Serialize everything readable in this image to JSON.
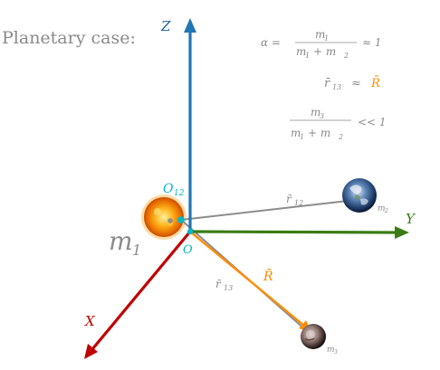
{
  "title": "Planetary case:",
  "axes": {
    "z": "Z",
    "y": "Y",
    "x": "X"
  },
  "bodies": {
    "m1": "m",
    "m1_sub": "1",
    "m2_sub": "m",
    "m2_index": "2",
    "m3_sub": "m",
    "m3_index": "3"
  },
  "points": {
    "o12": "O",
    "o12_sub": "12",
    "o": "O"
  },
  "vectors": {
    "r12": "r̄",
    "r12_sub": "12",
    "r13": "r̄",
    "r13_sub": "13",
    "R": "R̄"
  },
  "equations": {
    "alpha_lhs": "α =",
    "alpha_num": "m",
    "alpha_num_sub": "1",
    "alpha_den_a": "m",
    "alpha_den_a_sub": "1",
    "alpha_den_plus": "+ m",
    "alpha_den_b_sub": "2",
    "alpha_rhs": "≈ 1",
    "r13_lhs": "r̄",
    "r13_lhs_sub": "13",
    "r13_approx": "≈",
    "r13_rhs": "R̄",
    "ratio_num": "m",
    "ratio_num_sub": "3",
    "ratio_den_a": "m",
    "ratio_den_a_sub": "1",
    "ratio_den_plus": "+ m",
    "ratio_den_b_sub": "2",
    "ratio_rhs": "<< 1"
  },
  "colors": {
    "z_axis": "#1f77b4",
    "y_axis": "#3a7d14",
    "x_axis": "#c00000",
    "R_vector": "#ff8c00",
    "r_vectors": "#8c8c8c",
    "o_points": "#00b8c8",
    "text_gray": "#8a8a8a"
  }
}
